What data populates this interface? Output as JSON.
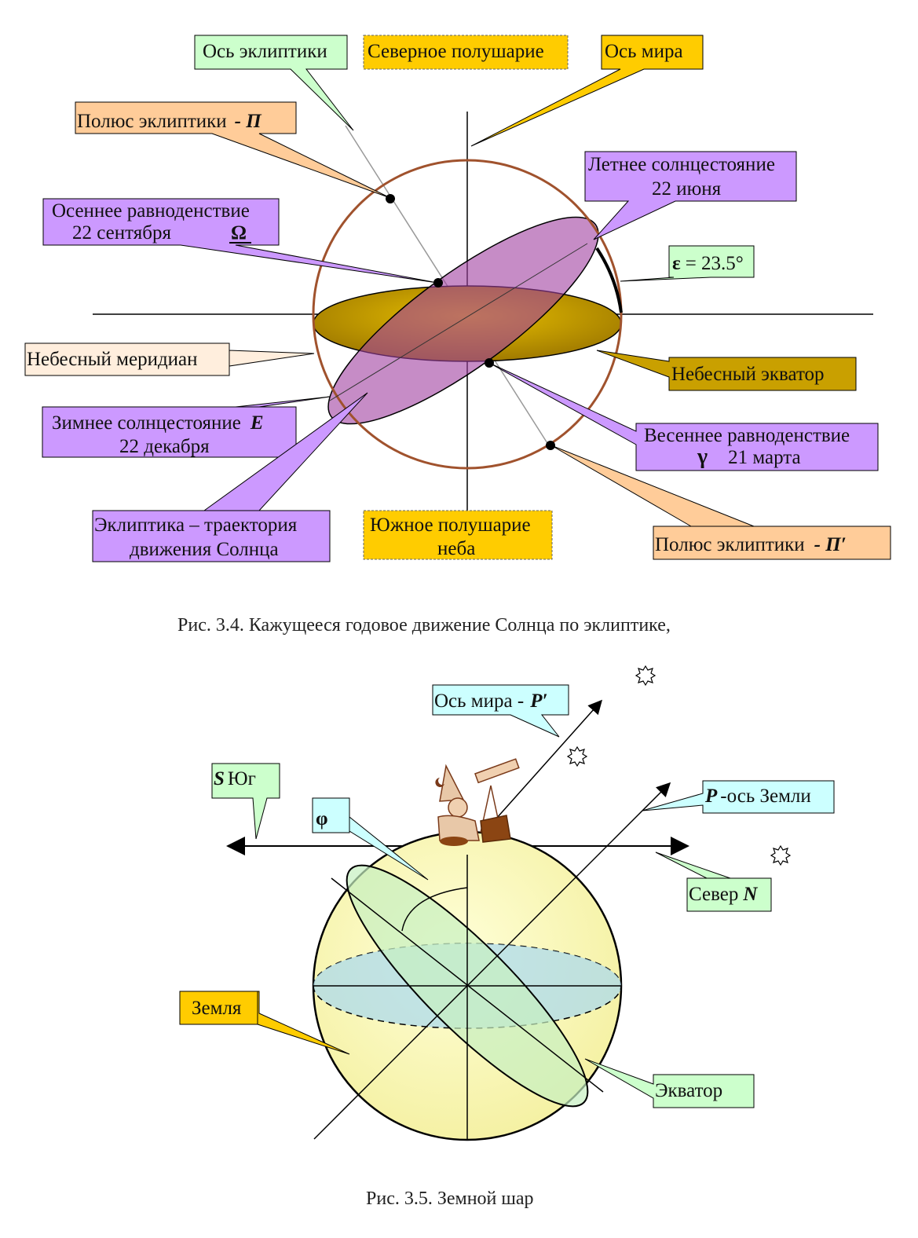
{
  "figure1": {
    "caption": "Рис. 3.4. Кажущееся годовое движение Солнца по эклиптике,",
    "labels": {
      "ecliptic_axis": "Ось эклиптики",
      "north_hemisphere": "Северное полушарие",
      "world_axis": "Ось мира",
      "ecliptic_pole_name": "Полюс эклиптики",
      "ecliptic_pole_symbol": "- П",
      "summer_solstice_line1": "Летнее солнцестояние",
      "summer_solstice_line2": "22 июня",
      "autumn_equinox_line1": "Осеннее равноденствие",
      "autumn_equinox_line2": "22 сентября",
      "autumn_equinox_symbol": "Ω",
      "epsilon_symbol": "ε",
      "epsilon_value": "= 23.5°",
      "celestial_meridian": "Небесный меридиан",
      "celestial_equator": "Небесный экватор",
      "winter_solstice_line1": "Зимнее солнцестояние",
      "winter_solstice_symbol": "E",
      "winter_solstice_line2": "22 декабря",
      "vernal_equinox_line1": "Весеннее равноденствие",
      "vernal_equinox_symbol": "γ",
      "vernal_equinox_line2": "21 марта",
      "ecliptic_line1": "Эклиптика – траектория",
      "ecliptic_line2": "движения Солнца",
      "south_hemisphere_line1": "Южное полушарие",
      "south_hemisphere_line2": "неба",
      "ecliptic_pole2_name": "Полюс эклиптики",
      "ecliptic_pole2_symbol": "- П′"
    }
  },
  "figure2": {
    "caption": "Рис. 3.5. Земной шар",
    "labels": {
      "world_axis_text": "Ось мира -",
      "world_axis_symbol": "P′",
      "south_symbol": "S",
      "south_text": "Юг",
      "phi": "φ",
      "earth_axis_symbol": "P",
      "earth_axis_text": "-ось Земли",
      "north_text": "Север",
      "north_symbol": "N",
      "earth": "Земля",
      "equator": "Экватор"
    }
  },
  "colors": {
    "green_label": "#ccffcc",
    "orange_label": "#ffcc99",
    "purple_label": "#cc99ff",
    "gold_label": "#ffcc00",
    "peach_label": "#ffeedd",
    "cyan_label": "#ccffff",
    "olive_label": "#c9a000",
    "sphere_outline": "#a0522d",
    "equator_fill": "#c8a000",
    "ecliptic_fill": "#aa55aa",
    "earth_fill": "#ffffbb"
  }
}
